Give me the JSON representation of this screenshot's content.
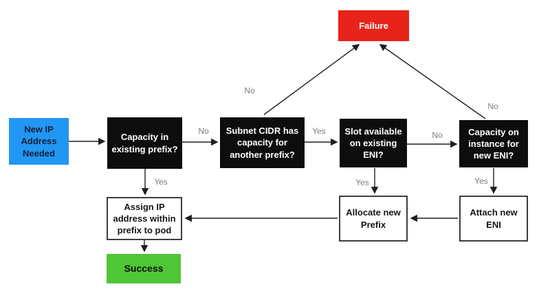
{
  "nodes": {
    "start": {
      "label": "New IP Address Needed",
      "bg": "#2196f3",
      "text_color": "#112038"
    },
    "q_capacity_prefix": {
      "label": "Capacity in existing prefix?",
      "bg": "#0d0d0d",
      "text_color": "#ffffff"
    },
    "q_subnet_cidr": {
      "label": "Subnet CIDR has capacity for another prefix?",
      "bg": "#0d0d0d",
      "text_color": "#ffffff"
    },
    "q_slot_eni": {
      "label": "Slot available on existing ENI?",
      "bg": "#0d0d0d",
      "text_color": "#ffffff"
    },
    "q_capacity_eni": {
      "label": "Capacity on instance for new ENI?",
      "bg": "#0d0d0d",
      "text_color": "#ffffff"
    },
    "failure": {
      "label": "Failure",
      "bg": "#e8231a",
      "text_color": "#ffffff"
    },
    "assign_ip": {
      "label": "Assign IP address within prefix to pod",
      "bg": "#ffffff",
      "text_color": "#141414"
    },
    "allocate_prefix": {
      "label": "Allocate new Prefix",
      "bg": "#ffffff",
      "text_color": "#141414"
    },
    "attach_eni": {
      "label": "Attach new ENI",
      "bg": "#ffffff",
      "text_color": "#141414"
    },
    "success": {
      "label": "Success",
      "bg": "#4fc636",
      "text_color": "#0d0d0d"
    }
  },
  "edge_labels": {
    "no_q1_to_q2": "No",
    "yes_q1_to_assign": "Yes",
    "no_q2_to_failure": "No",
    "yes_q2_to_q3": "Yes",
    "no_q3_to_q4": "No",
    "yes_q3_to_allocate": "Yes",
    "no_q4_to_failure": "No",
    "yes_q4_to_attach": "Yes"
  },
  "edges": [
    {
      "from": "start",
      "to": "q_capacity_prefix",
      "label": ""
    },
    {
      "from": "q_capacity_prefix",
      "to": "q_subnet_cidr",
      "label": "No"
    },
    {
      "from": "q_capacity_prefix",
      "to": "assign_ip",
      "label": "Yes"
    },
    {
      "from": "q_subnet_cidr",
      "to": "failure",
      "label": "No"
    },
    {
      "from": "q_subnet_cidr",
      "to": "q_slot_eni",
      "label": "Yes"
    },
    {
      "from": "q_slot_eni",
      "to": "q_capacity_eni",
      "label": "No"
    },
    {
      "from": "q_slot_eni",
      "to": "allocate_prefix",
      "label": "Yes"
    },
    {
      "from": "q_capacity_eni",
      "to": "failure",
      "label": "No"
    },
    {
      "from": "q_capacity_eni",
      "to": "attach_eni",
      "label": "Yes"
    },
    {
      "from": "attach_eni",
      "to": "allocate_prefix",
      "label": ""
    },
    {
      "from": "allocate_prefix",
      "to": "assign_ip",
      "label": ""
    },
    {
      "from": "assign_ip",
      "to": "success",
      "label": ""
    }
  ],
  "colors": {
    "start_blue": "#2196f3",
    "decision_black": "#0d0d0d",
    "failure_red": "#e8231a",
    "success_green": "#4fc636",
    "process_white": "#ffffff",
    "process_border": "#3d3d3d",
    "edge_line": "#1f1f1f",
    "edge_label_gray": "#7d7d7d",
    "background": "#ffffff"
  }
}
